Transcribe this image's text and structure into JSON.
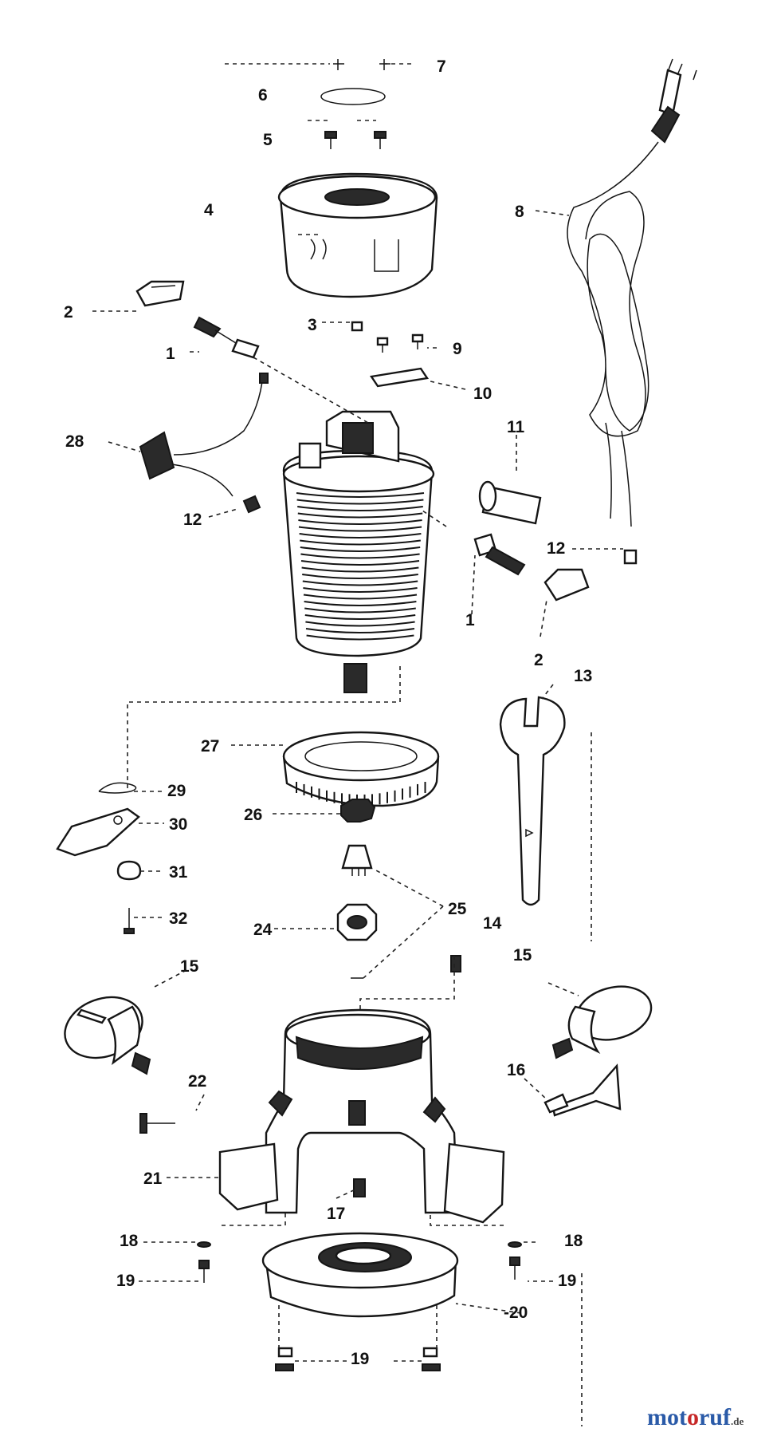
{
  "diagram": {
    "callouts": [
      "1",
      "1",
      "2",
      "2",
      "3",
      "4",
      "5",
      "6",
      "7",
      "8",
      "9",
      "10",
      "11",
      "12",
      "12",
      "13",
      "14",
      "15",
      "15",
      "16",
      "17",
      "18",
      "18",
      "19",
      "19",
      "19",
      "20",
      "21",
      "22",
      "24",
      "25",
      "26",
      "27",
      "28",
      "29",
      "30",
      "31",
      "32"
    ]
  },
  "watermark": {
    "part1": "mot",
    "part2": "o",
    "part3": "ruf",
    "suffix": ".de",
    "colors": {
      "primary": "#2a5aa8",
      "accent": "#c62828"
    }
  }
}
